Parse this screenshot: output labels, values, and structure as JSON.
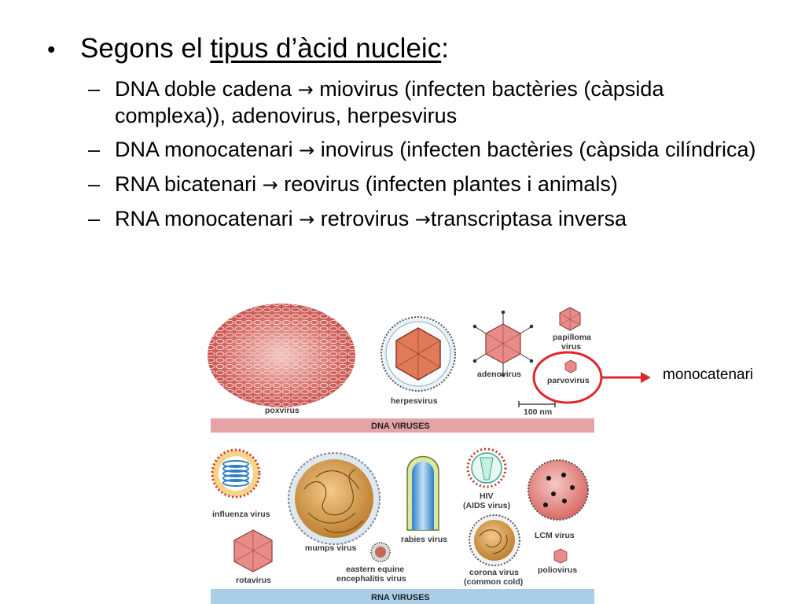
{
  "slide": {
    "main_bullet": {
      "prefix": "Segons el ",
      "underlined": "tipus d’àcid nucleic",
      "suffix": ":"
    },
    "sub_items": [
      {
        "dash": "–",
        "before_arrow": "DNA doble cadena ",
        "after_arrow": " miovirus (infecten bactèries (càpsida complexa)), adenovirus, herpesvirus"
      },
      {
        "dash": "–",
        "before_arrow": "DNA monocatenari ",
        "after_arrow": " inovirus (infecten bactèries (càpsida cilíndrica)"
      },
      {
        "dash": "–",
        "before_arrow": "RNA bicatenari ",
        "after_arrow": " reovirus (infecten plantes i animals)"
      },
      {
        "dash": "–",
        "before_arrow": "RNA  monocatenari ",
        "after_arrow": " retrovirus ",
        "after_arrow2": "transcriptasa inversa"
      }
    ],
    "arrow_glyph": "→"
  },
  "figure": {
    "dna_band": "DNA VIRUSES",
    "rna_band": "RNA VIRUSES",
    "labels": {
      "poxvirus": "poxvirus",
      "herpesvirus": "herpesvirus",
      "adenovirus": "adenovirus",
      "papilloma_1": "papilloma",
      "papilloma_2": "virus",
      "parvovirus": "parvovirus",
      "scale": "100 nm",
      "influenza": "influenza virus",
      "rotavirus": "rotavirus",
      "mumps": "mumps virus",
      "eastern_1": "eastern equine",
      "eastern_2": "encephalitis virus",
      "rabies": "rabies virus",
      "hiv_1": "HIV",
      "hiv_2": "(AIDS virus)",
      "corona_1": "corona virus",
      "corona_2": "(common cold)",
      "lcm": "LCM virus",
      "polio": "poliovirus"
    }
  },
  "callout": {
    "text": "monocatenari"
  },
  "colors": {
    "dna_band": "#e4a3a7",
    "rna_band": "#a9cfe8",
    "highlight_red": "#e0262b",
    "capsid_pink": "#e58a86"
  }
}
